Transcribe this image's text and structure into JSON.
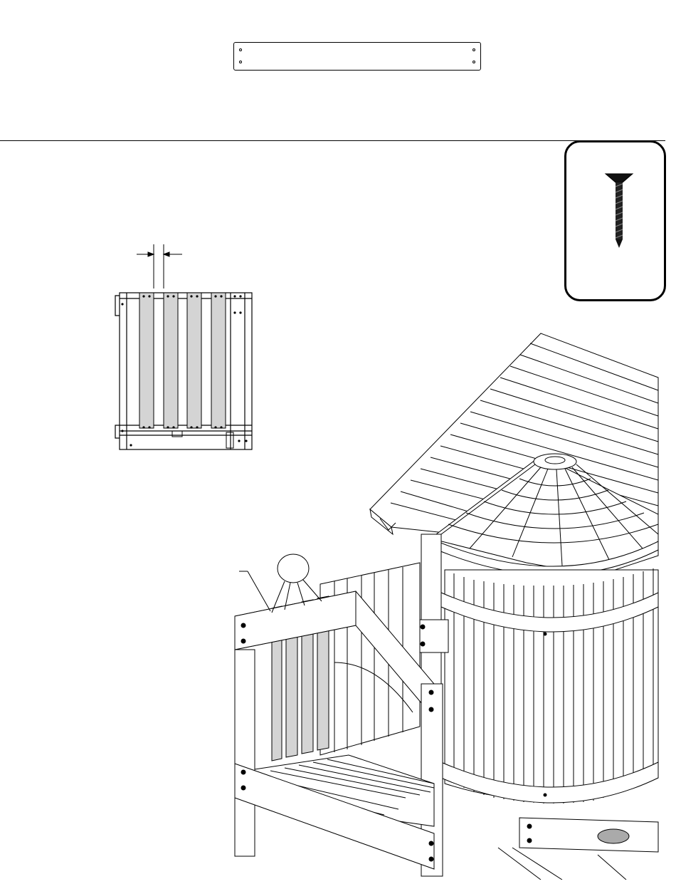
{
  "page": {
    "background": "#ffffff",
    "line_color": "#000000",
    "slat_fill": "#d4d4d4"
  },
  "figures": [
    {
      "name": "board-part",
      "icon": "board-icon"
    },
    {
      "name": "screw-hardware",
      "icon": "screw-icon"
    },
    {
      "name": "slat-spacing-detail",
      "icon": "slat-panel-icon"
    },
    {
      "name": "playset-assembly",
      "icon": "playset-icon"
    }
  ]
}
